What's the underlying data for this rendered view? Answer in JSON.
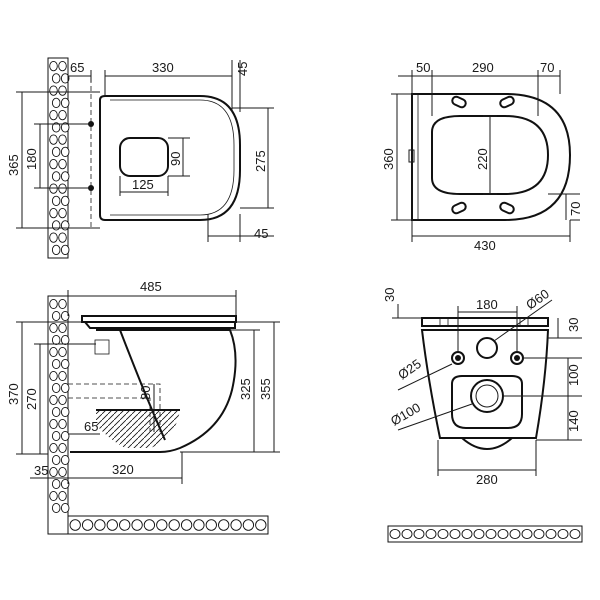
{
  "views": {
    "top_view": {
      "dims": {
        "w65": "65",
        "w330": "330",
        "h45_top": "45",
        "h365": "365",
        "h180": "180",
        "h90": "90",
        "h275": "275",
        "w125": "125",
        "h45_bottom": "45"
      }
    },
    "seat_view": {
      "dims": {
        "w50": "50",
        "w290": "290",
        "w70": "70",
        "h360": "360",
        "h220": "220",
        "h70": "70",
        "w430": "430"
      }
    },
    "side_view": {
      "dims": {
        "w485": "485",
        "h370": "370",
        "h270": "270",
        "h80": "80",
        "w65": "65",
        "h325": "325",
        "h355": "355",
        "w35": "35",
        "w320": "320"
      }
    },
    "back_view": {
      "dims": {
        "h30_left": "30",
        "w180": "180",
        "d60": "Ø60",
        "h30_right": "30",
        "d25": "Ø25",
        "h100": "100",
        "d100": "Ø100",
        "h140": "140",
        "w280": "280"
      }
    }
  }
}
